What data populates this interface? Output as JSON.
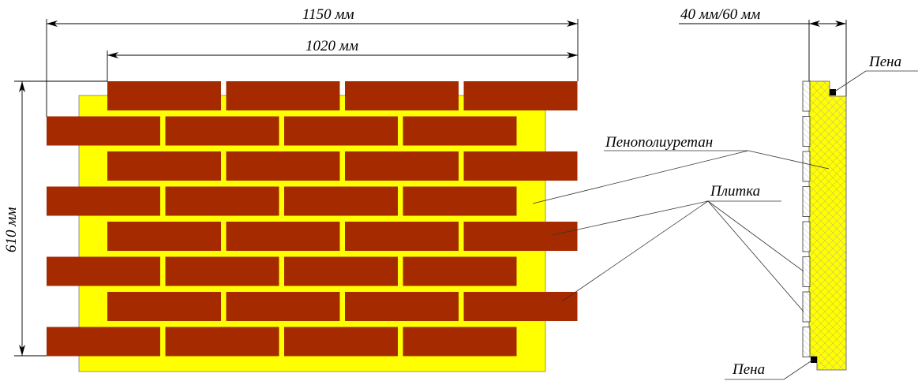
{
  "dimensions": {
    "total_width": "1150 мм",
    "tile_width": "1020 мм",
    "height": "610 мм",
    "thickness": "40 мм/60 мм"
  },
  "labels": {
    "insulation": "Пенополиуретан",
    "tile": "Плитка",
    "foam_top": "Пена",
    "foam_bottom": "Пена"
  },
  "brick_rows": 8,
  "bricks_per_row": 4,
  "colors": {
    "brick": "#a52a00",
    "insulation": "#ffff00",
    "foam": "#000000"
  }
}
